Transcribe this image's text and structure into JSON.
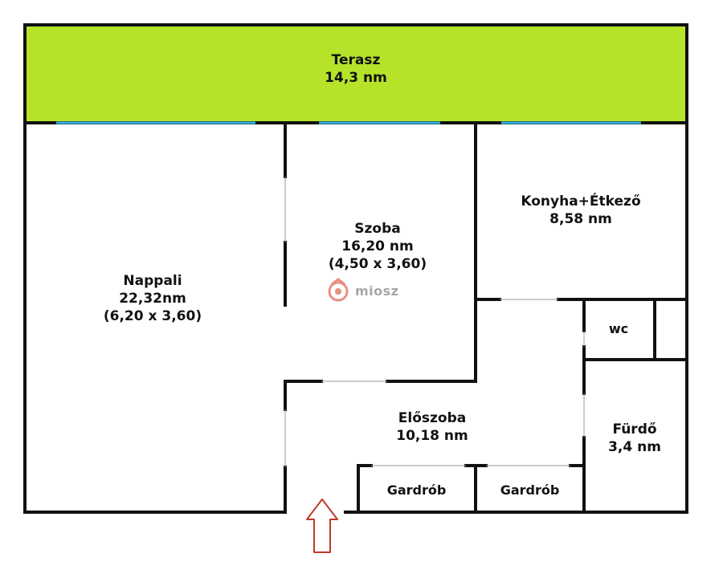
{
  "rooms": {
    "terasz": {
      "name": "Terasz",
      "area": "14,3 nm"
    },
    "nappali": {
      "name": "Nappali",
      "area": "22,32nm",
      "dims": "(6,20 x 3,60)"
    },
    "szoba": {
      "name": "Szoba",
      "area": "16,20 nm",
      "dims": "(4,50 x 3,60)"
    },
    "konyha": {
      "name": "Konyha+Étkező",
      "area": "8,58 nm"
    },
    "wc": {
      "name": "wc"
    },
    "eloszoba": {
      "name": "Előszoba",
      "area": "10,18 nm"
    },
    "furdo": {
      "name": "Fürdő",
      "area": "3,4 nm"
    },
    "gardrob1": {
      "name": "Gardrób"
    },
    "gardrob2": {
      "name": "Gardrób"
    }
  },
  "watermark": {
    "text": "miosz"
  },
  "colors": {
    "terrace": "#b5e32a",
    "wall": "#111111",
    "window": "#33b5e5",
    "arrow": "#c0392b",
    "logo": "#e06a5a"
  },
  "icons": {
    "entrance": "entrance-arrow-icon",
    "logo": "miosz-logo-icon"
  }
}
